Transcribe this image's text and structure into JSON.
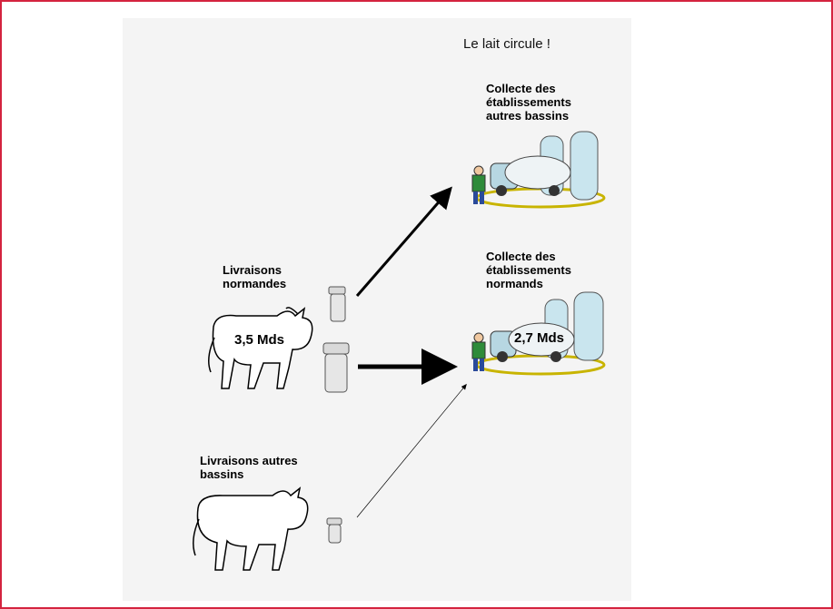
{
  "title": "Le lait circule !",
  "collection_other": {
    "label": "Collecte des établissements autres bassins"
  },
  "collection_normandy": {
    "label": "Collecte des établissements normands",
    "value": "2,7 Mds"
  },
  "deliveries_normandy": {
    "label": "Livraisons normandes",
    "value": "3,5 Mds"
  },
  "deliveries_other": {
    "label": "Livraisons autres bassins"
  },
  "colors": {
    "frame": "#d4233f",
    "panel": "#f4f4f4"
  }
}
